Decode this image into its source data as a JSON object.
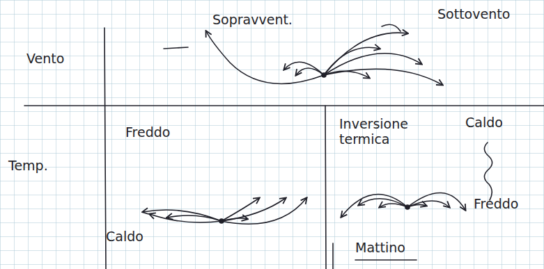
{
  "diagram": {
    "labels": [
      "Sopravvent.",
      "Sottovento",
      "Vento",
      "Freddo",
      "Inversione termica",
      "Caldo",
      "Temp.",
      "Caldo",
      "Freddo",
      "Mattino"
    ]
  }
}
